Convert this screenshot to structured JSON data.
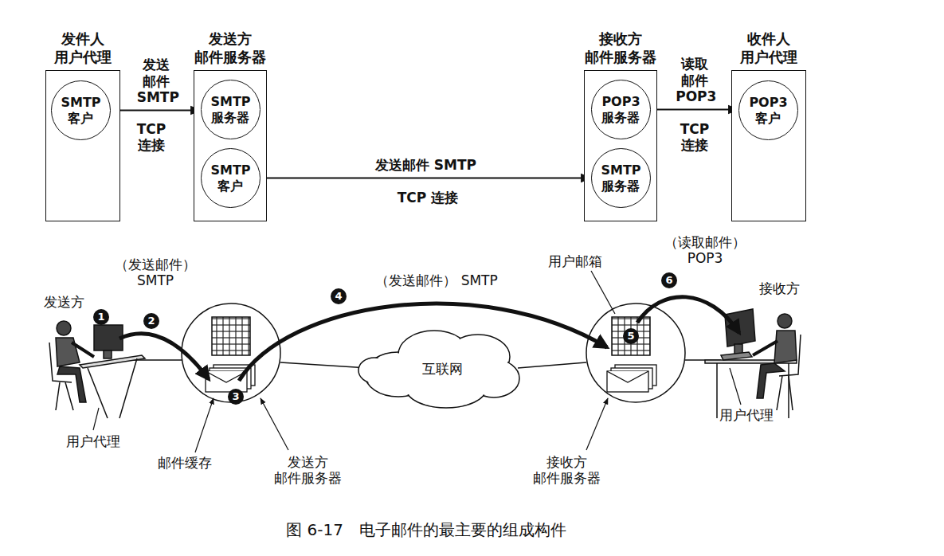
{
  "diagram": {
    "caption": "图 6-17　电子邮件的最主要的组成构件",
    "nodes": [
      {
        "text": [
          "发件人 用户代理"
        ]
      },
      {
        "text": [
          "SMTP 客户"
        ],
        "in": 0
      },
      {
        "text": [
          "发送方 邮件服务器"
        ]
      },
      {
        "text": [
          "SMTP 服务器"
        ],
        "in": 2
      },
      {
        "text": [
          "SMTP 客户"
        ],
        "in": 2
      },
      {
        "text": [
          "接收方 邮件服务器"
        ]
      },
      {
        "text": [
          "POP3 服务器"
        ],
        "in": 5
      },
      {
        "text": [
          "SMTP 服务器"
        ],
        "in": 5
      },
      {
        "text": [
          "收件人 用户代理"
        ]
      },
      {
        "text": [
          "POP3 客户"
        ],
        "in": 8
      }
    ],
    "edges": [
      {
        "from": 1,
        "to": 3,
        "label": "发送 邮件 SMTP",
        "arrow": "to"
      },
      {
        "from": 4,
        "to": 7,
        "label": "发送邮件 SMTP",
        "arrow": "to"
      },
      {
        "from": 6,
        "to": 9,
        "label": "读取 邮件 POP3",
        "arrow": "to"
      }
    ],
    "labels": [
      "TCP 连接",
      "TCP 连接",
      "TCP 连接",
      "（发送邮件） SMTP",
      "1",
      "2",
      "3",
      "（发送邮件） SMTP",
      "4",
      "用户邮箱",
      "（读取邮件） POP3",
      "5",
      "6",
      "发送方",
      "接收方",
      "互联网",
      "用户代理",
      "邮件缓存",
      "发送方 邮件服务器",
      "接收方 邮件服务器",
      "用户代理"
    ]
  }
}
